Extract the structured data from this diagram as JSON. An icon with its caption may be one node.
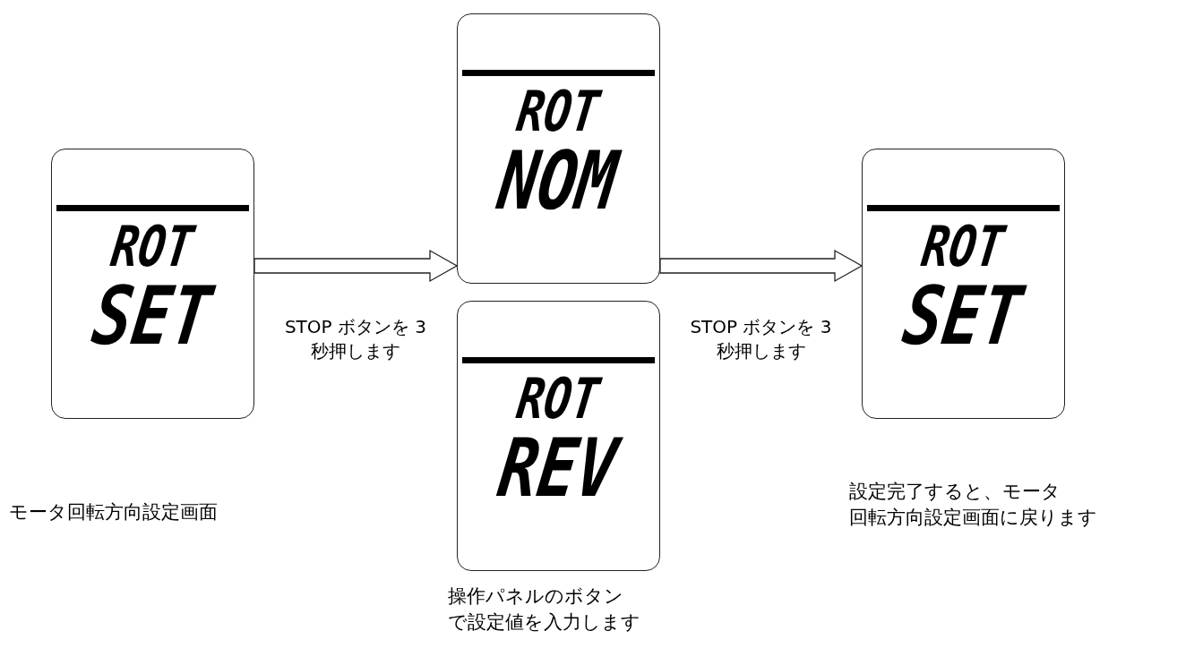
{
  "diagram": {
    "nodes": [
      {
        "text": [
          "ROT",
          "SET"
        ]
      },
      {
        "text": [
          "ROT",
          "NOM"
        ]
      },
      {
        "text": [
          "ROT",
          "REV"
        ]
      },
      {
        "text": [
          "ROT",
          "SET"
        ]
      }
    ],
    "edges": [
      {
        "from": 0,
        "to": 1,
        "arrow": "to",
        "label": "STOP ボタンを 3 秒押します"
      },
      {
        "from": 1,
        "to": 3,
        "arrow": "to",
        "label": "STOP ボタンを 3 秒押します"
      }
    ],
    "labels": [
      "モータ回転方向設定画面",
      "操作パネルのボタン",
      "で設定値を入力します",
      "設定完了すると、モータ",
      "回転方向設定画面に戻ります"
    ]
  }
}
